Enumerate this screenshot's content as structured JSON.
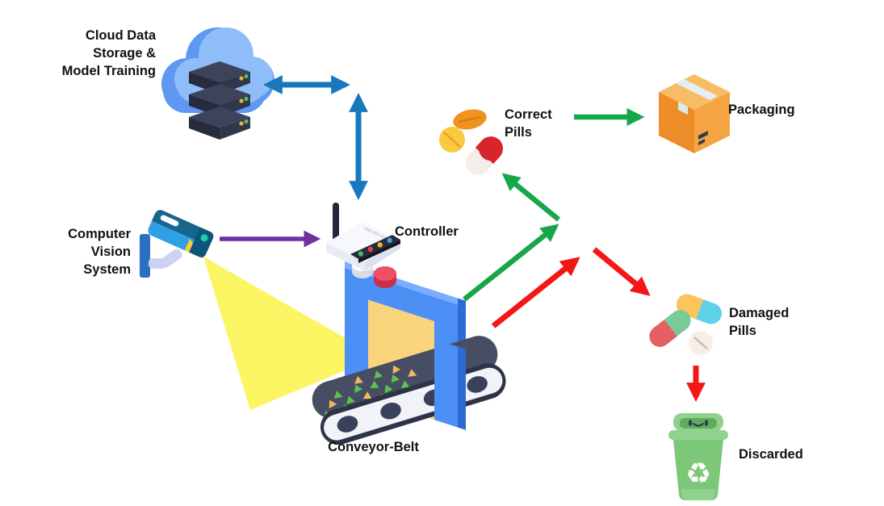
{
  "nodes": {
    "cloud": {
      "label": "Cloud Data\nStorage &\nModel Training"
    },
    "vision": {
      "label": "Computer\nVision\nSystem"
    },
    "controller": {
      "label": "Controller"
    },
    "conveyor": {
      "label": "Conveyor-Belt"
    },
    "correct_pills": {
      "label": "Correct\nPills"
    },
    "packaging": {
      "label": "Packaging"
    },
    "damaged_pills": {
      "label": "Damaged\nPills"
    },
    "discarded": {
      "label": "Discarded"
    }
  },
  "edges": [
    {
      "from": "cloud",
      "to": "controller",
      "direction": "bidirectional",
      "color": "blue"
    },
    {
      "from": "vision",
      "to": "controller",
      "direction": "one-way",
      "color": "purple"
    },
    {
      "from": "vision",
      "to": "conveyor",
      "type": "light-beam",
      "color": "yellow"
    },
    {
      "from": "conveyor",
      "to": "correct_pills",
      "direction": "one-way",
      "color": "green"
    },
    {
      "from": "correct_pills",
      "to": "packaging",
      "direction": "one-way",
      "color": "green"
    },
    {
      "from": "conveyor",
      "to": "damaged_pills",
      "direction": "one-way",
      "color": "red"
    },
    {
      "from": "damaged_pills",
      "to": "discarded",
      "direction": "one-way",
      "color": "red"
    }
  ],
  "colors": {
    "arrow_blue": "#1878BE",
    "arrow_purple": "#7030A0",
    "arrow_green": "#17A74A",
    "arrow_red": "#F51616",
    "beam_yellow": "#FBF457",
    "text": "#111111"
  }
}
